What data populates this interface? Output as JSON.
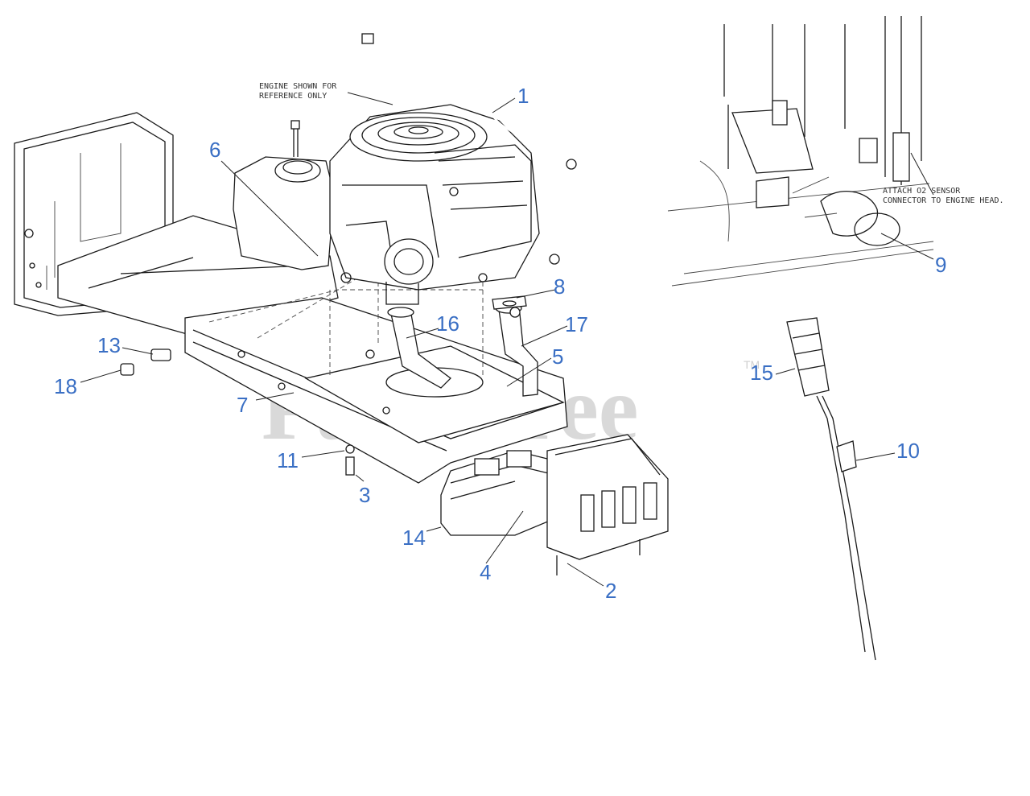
{
  "diagram": {
    "note_inset": [
      "ATTACH O2 SENSOR",
      "CONNECTOR TO ENGINE HEAD."
    ],
    "note_engine": [
      "ENGINE SHOWN FOR",
      "REFERENCE ONLY"
    ],
    "watermark": "PartsTree",
    "watermark_tm": "TM",
    "callout_color": "#3a6fc4",
    "callouts": [
      {
        "id": "1",
        "label": "1"
      },
      {
        "id": "2",
        "label": "2"
      },
      {
        "id": "3",
        "label": "3"
      },
      {
        "id": "4",
        "label": "4"
      },
      {
        "id": "5",
        "label": "5"
      },
      {
        "id": "6",
        "label": "6"
      },
      {
        "id": "7",
        "label": "7"
      },
      {
        "id": "8",
        "label": "8"
      },
      {
        "id": "9",
        "label": "9"
      },
      {
        "id": "10",
        "label": "10"
      },
      {
        "id": "11",
        "label": "11"
      },
      {
        "id": "13",
        "label": "13"
      },
      {
        "id": "14",
        "label": "14"
      },
      {
        "id": "15",
        "label": "15"
      },
      {
        "id": "16",
        "label": "16"
      },
      {
        "id": "17",
        "label": "17"
      },
      {
        "id": "18",
        "label": "18"
      }
    ]
  }
}
